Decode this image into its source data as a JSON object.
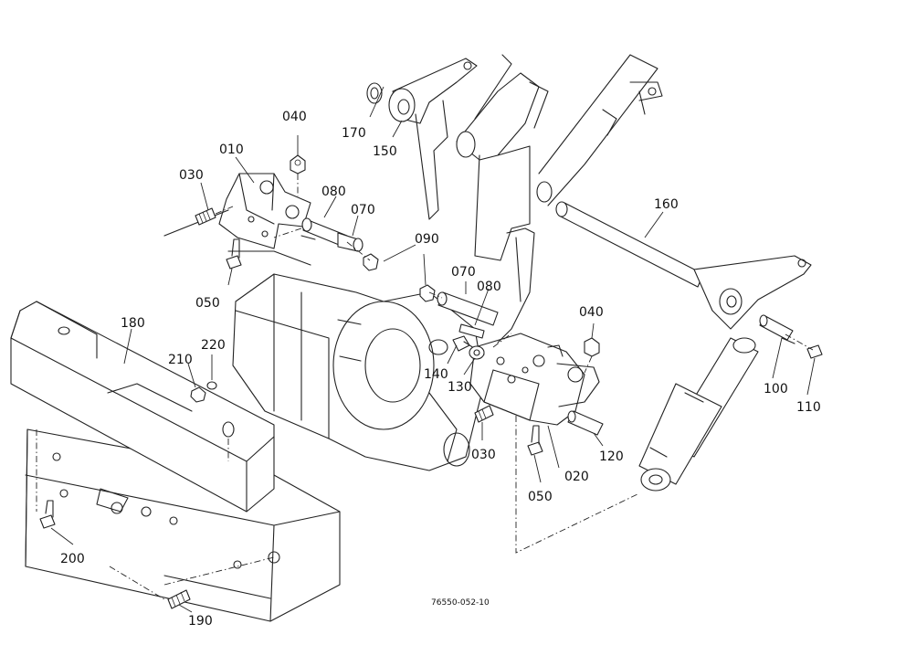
{
  "parts": {
    "p010": "010",
    "p020": "020",
    "p030a": "030",
    "p030b": "030",
    "p040a": "040",
    "p040b": "040",
    "p050a": "050",
    "p050b": "050",
    "p070a": "070",
    "p070b": "070",
    "p080a": "080",
    "p080b": "080",
    "p090": "090",
    "p100": "100",
    "p110": "110",
    "p120": "120",
    "p130": "130",
    "p140": "140",
    "p150": "150",
    "p160": "160",
    "p170": "170",
    "p180": "180",
    "p190": "190",
    "p200": "200",
    "p210": "210",
    "p220": "220"
  },
  "drawing_ref": "76550-052-10"
}
